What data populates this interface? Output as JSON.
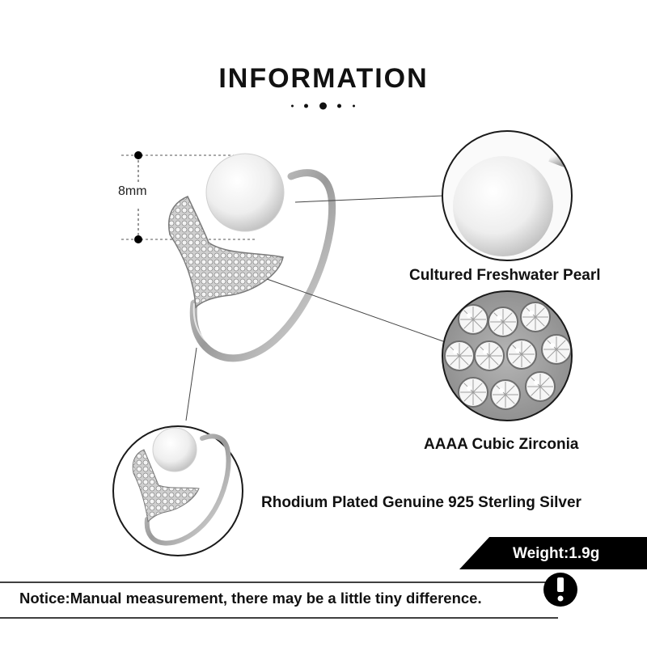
{
  "header": {
    "title": "INFORMATION"
  },
  "dimension": {
    "size_label": "8mm"
  },
  "features": {
    "pearl": "Cultured Freshwater Pearl",
    "zirconia": "AAAA Cubic Zirconia",
    "silver": "Rhodium Plated Genuine 925 Sterling Silver"
  },
  "weight": {
    "label": "Weight:1.9g"
  },
  "notice": {
    "text": "Notice:Manual measurement, there may be a little tiny difference.",
    "icon": "exclamation-icon"
  },
  "colors": {
    "text": "#111111",
    "band": "#000000",
    "silver": "#c9c9c9",
    "pearl": "#f2f2f2"
  }
}
